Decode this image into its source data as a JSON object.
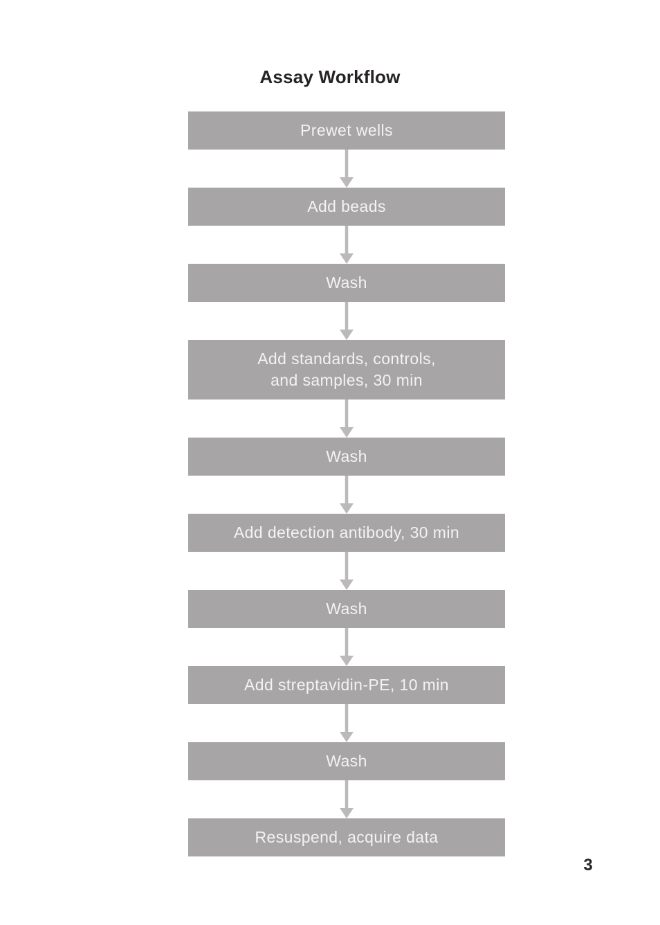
{
  "page": {
    "title": "Assay Workflow",
    "page_number": "3"
  },
  "flowchart": {
    "connector_icon": "arrow-down-icon",
    "steps": [
      {
        "label": "Prewet wells"
      },
      {
        "label": "Add beads"
      },
      {
        "label": "Wash"
      },
      {
        "label": "Add standards, controls,\nand samples, 30 min"
      },
      {
        "label": "Wash"
      },
      {
        "label": "Add detection antibody, 30 min"
      },
      {
        "label": "Wash"
      },
      {
        "label": "Add streptavidin-PE, 10 min"
      },
      {
        "label": "Wash"
      },
      {
        "label": "Resuspend, acquire data"
      }
    ]
  },
  "colors": {
    "box_fill": "#a8a5a6",
    "box_text": "#f4f3f3",
    "arrow": "#bbb9ba",
    "heading_text": "#272324"
  }
}
